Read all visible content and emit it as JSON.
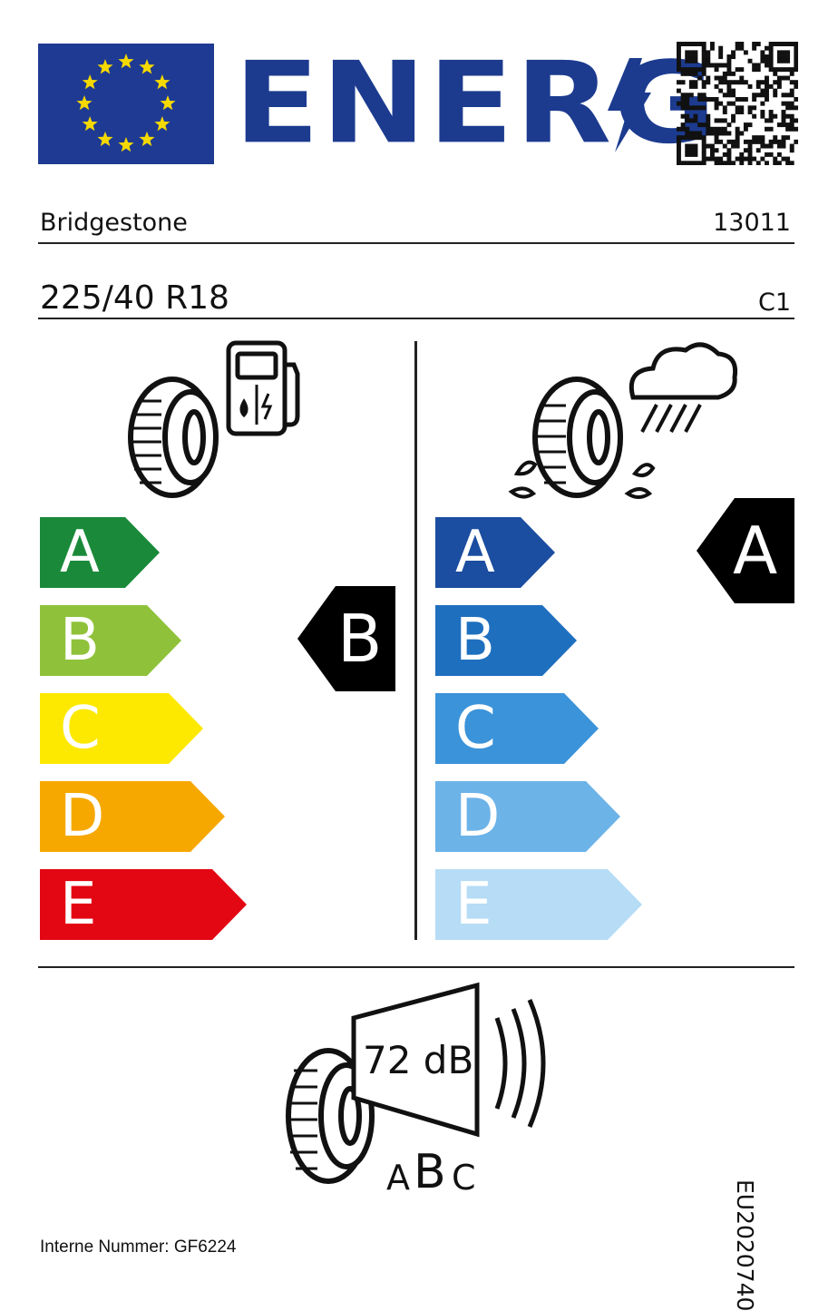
{
  "header": {
    "title": "ENERG",
    "eu_flag_color": "#1f3a93",
    "star_color": "#f6d900",
    "title_color": "#1c3b8f",
    "qr_icon": "qr-code-icon"
  },
  "supplier": {
    "name": "Bridgestone",
    "type_identifier": "13011"
  },
  "tyre": {
    "size": "225/40 R18",
    "class": "C1"
  },
  "fuel_efficiency": {
    "icon": "tyre-fuel-pump-icon",
    "classes": [
      "A",
      "B",
      "C",
      "D",
      "E"
    ],
    "colors": [
      "#1a8a3a",
      "#8fc23a",
      "#fde800",
      "#f6a800",
      "#e30613"
    ],
    "rating": "B"
  },
  "wet_grip": {
    "icon": "tyre-rain-cloud-icon",
    "classes": [
      "A",
      "B",
      "C",
      "D",
      "E"
    ],
    "colors": [
      "#1b4da0",
      "#1f6fbf",
      "#3b93d9",
      "#6cb3e8",
      "#b6dcf6"
    ],
    "rating": "A"
  },
  "noise": {
    "icon": "tyre-speaker-icon",
    "value": "72 dB",
    "classes": [
      "A",
      "B",
      "C"
    ],
    "rating": "B"
  },
  "regulation": "EU2020740",
  "footer": "Interne Nummer: GF6224"
}
